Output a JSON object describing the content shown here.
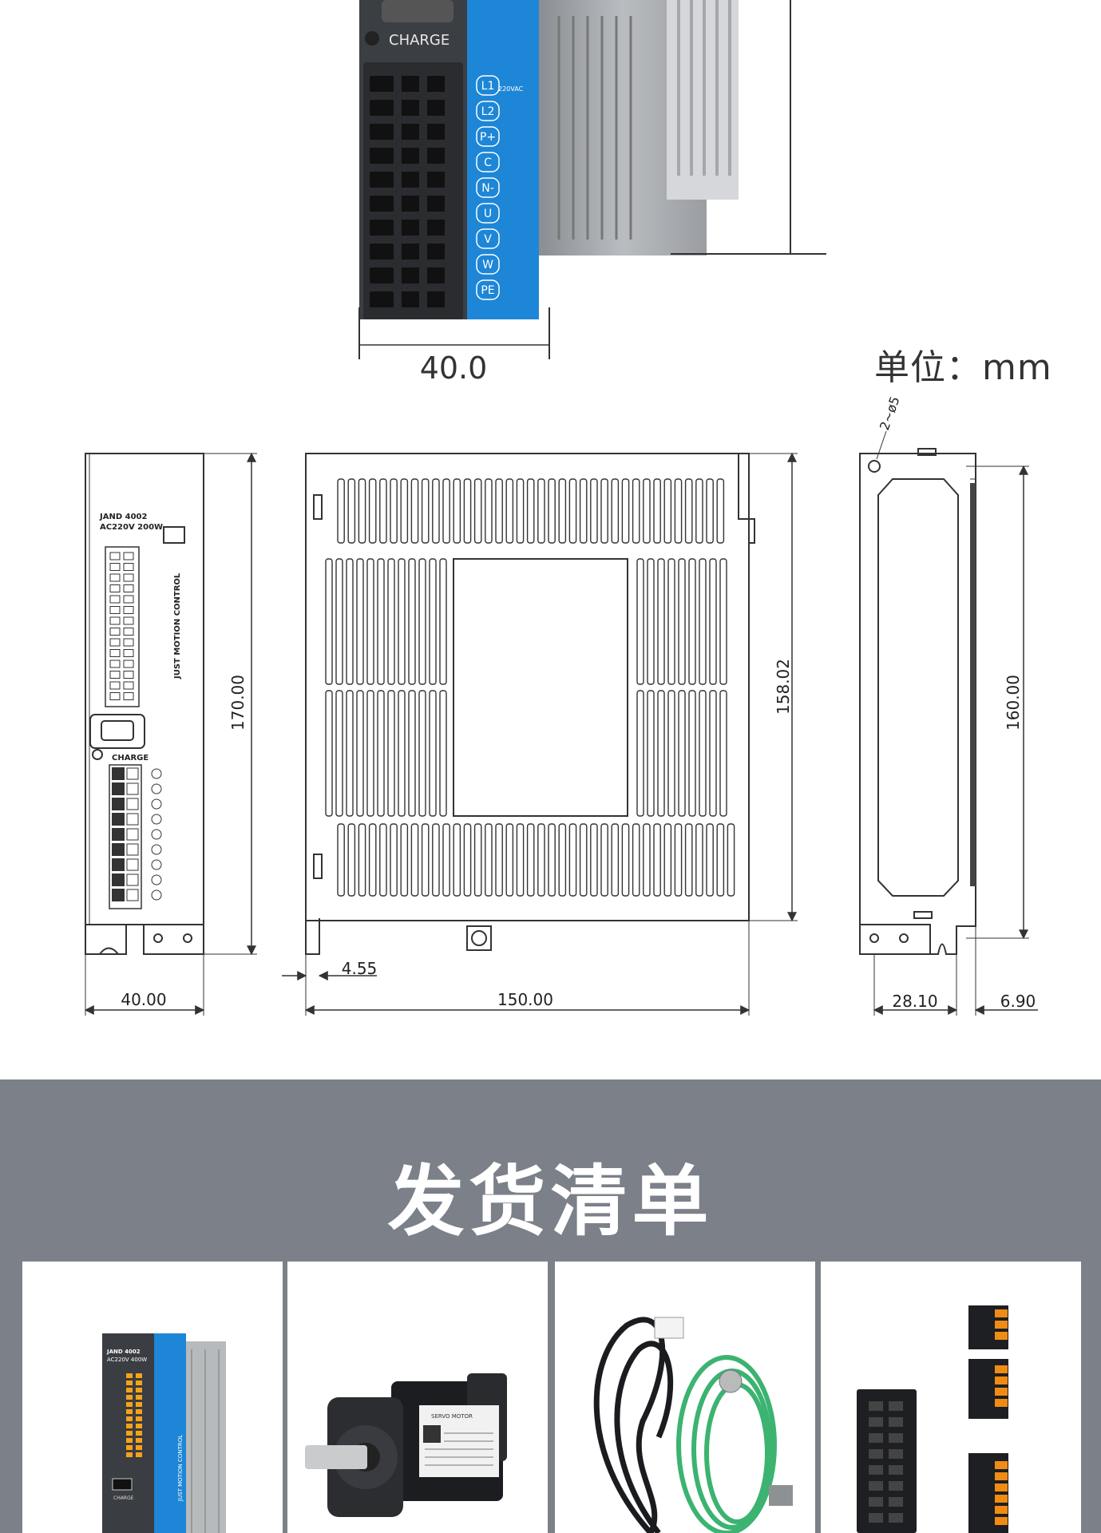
{
  "units_label": "单位：mm",
  "shipping_title": "发货清单",
  "photo": {
    "charge_label": "CHARGE",
    "voltage_label": "220VAC",
    "terminals": [
      "L1",
      "L2",
      "P+",
      "C",
      "N-",
      "U",
      "V",
      "W",
      "PE"
    ],
    "width_dimension": "40.0"
  },
  "drawings": {
    "front": {
      "model": "JAND 4002",
      "rating": "AC220V 200W",
      "brand": "JUST MOTION CONTROL",
      "charge": "CHARGE",
      "height": "170.00",
      "width": "40.00"
    },
    "side": {
      "height": "158.02",
      "offset": "4.55",
      "depth": "150.00"
    },
    "back": {
      "holes": "2~ø5",
      "height": "160.00",
      "width": "28.10",
      "offset": "6.90"
    }
  },
  "items": [
    {
      "name": "servo-drive",
      "model": "JAND 4002",
      "rating": "AC220V 400W",
      "brand": "JUST MOTION CONTROL",
      "charge": "CHARGE"
    },
    {
      "name": "servo-motor",
      "label": "SERVO MOTOR"
    },
    {
      "name": "cables"
    },
    {
      "name": "terminal-connectors"
    }
  ]
}
